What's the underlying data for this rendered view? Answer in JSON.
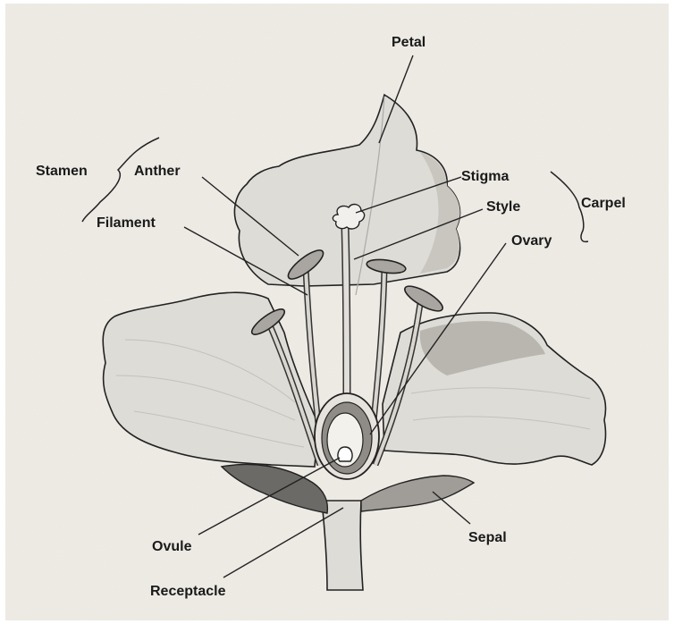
{
  "diagram": {
    "labels": {
      "petal": "Petal",
      "stamen": "Stamen",
      "anther": "Anther",
      "filament": "Filament",
      "stigma": "Stigma",
      "style": "Style",
      "carpel": "Carpel",
      "ovary": "Ovary",
      "ovule": "Ovule",
      "sepal": "Sepal",
      "receptacle": "Receptacle"
    },
    "colors": {
      "paper": "#efece6",
      "petal": "#dedcd6",
      "petal_shade": "#b9b6b0",
      "sepal_dark": "#6c6a66",
      "anther": "#a9a6a1",
      "ink": "#1a1a1a"
    }
  }
}
